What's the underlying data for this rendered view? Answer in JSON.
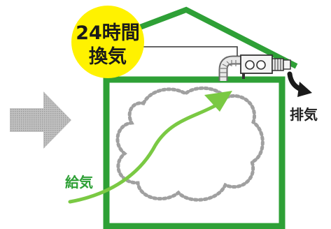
{
  "badge": {
    "line1": "24時間",
    "line2": "換気"
  },
  "labels": {
    "intake": "給気",
    "exhaust": "排気"
  },
  "colors": {
    "house_green": "#2ea036",
    "badge_yellow": "#fff200",
    "intake_text": "#2ea036",
    "exhaust_text": "#222222",
    "airflow_dots": "#a0a0a0",
    "intake_arrow": "#7ac943",
    "exhaust_arrow": "#1a1a1a",
    "side_arrow": "#b4b4b4"
  },
  "icons": {
    "ventilation_unit": "ventilation-fan-unit-icon",
    "side_arrow": "right-arrow-icon"
  }
}
